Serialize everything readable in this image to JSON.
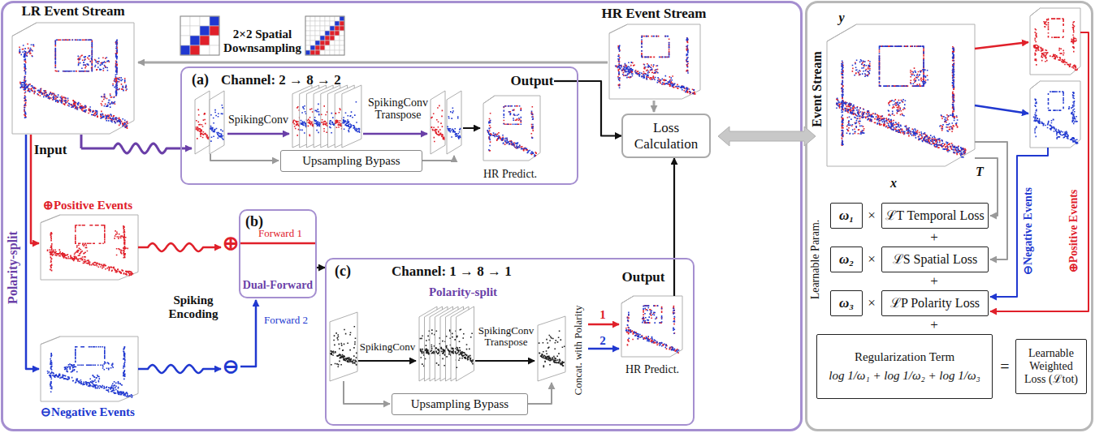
{
  "diagram": {
    "nodes": [
      {
        "text": [
          "(a)",
          "Channel: 2 → 8 → 2"
        ]
      },
      {
        "text": [
          "Upsampling Bypass"
        ],
        "in": 0
      },
      {
        "text": [
          "(b)",
          "Dual-Forward"
        ]
      },
      {
        "text": [
          "(c)",
          "Channel: 1 → 8 → 1"
        ]
      },
      {
        "text": [
          "Upsampling Bypass"
        ],
        "in": 3
      },
      {
        "text": [
          "Loss Calculation"
        ]
      },
      {
        "text": [
          "ω₁"
        ]
      },
      {
        "text": [
          "ℒT Temporal Loss"
        ]
      },
      {
        "text": [
          "ω₂"
        ]
      },
      {
        "text": [
          "ℒS Spatial Loss"
        ]
      },
      {
        "text": [
          "ω₃"
        ]
      },
      {
        "text": [
          "ℒP Polarity Loss"
        ]
      },
      {
        "text": [
          "Regularization Term",
          "log 1/ω₁ + log 1/ω₂ + log 1/ω₃"
        ]
      },
      {
        "text": [
          "Learnable Weighted Loss (ℒtot)"
        ]
      }
    ],
    "edges": [
      {
        "from": 0,
        "to": 5,
        "arrow": "to"
      },
      {
        "from": 2,
        "to": 3,
        "arrow": "to"
      },
      {
        "from": 3,
        "to": 5,
        "arrow": "to"
      }
    ],
    "labels": [
      "2×2 Spatial Downsampling",
      "LR Event Stream",
      "HR Event Stream",
      "Input",
      "Polarity-split",
      "⊕Positive Events",
      "⊖Negative Events",
      "Spiking Encoding",
      "⊕",
      "⊖",
      "Forward 1",
      "Forward 2",
      "SpikingConv",
      "SpikingConv Transpose",
      "Output",
      "HR Predict.",
      "Polarity-split",
      "SpikingConv",
      "SpikingConv Transpose",
      "Concat. with Polarity",
      "1",
      "2",
      "Output",
      "HR Predict.",
      "Event Stream",
      "y",
      "x",
      "T",
      "×",
      "+",
      "×",
      "+",
      "×",
      "+",
      "Learnable Param.",
      "⊖Negative Events",
      "⊕Positive Events",
      "="
    ]
  }
}
